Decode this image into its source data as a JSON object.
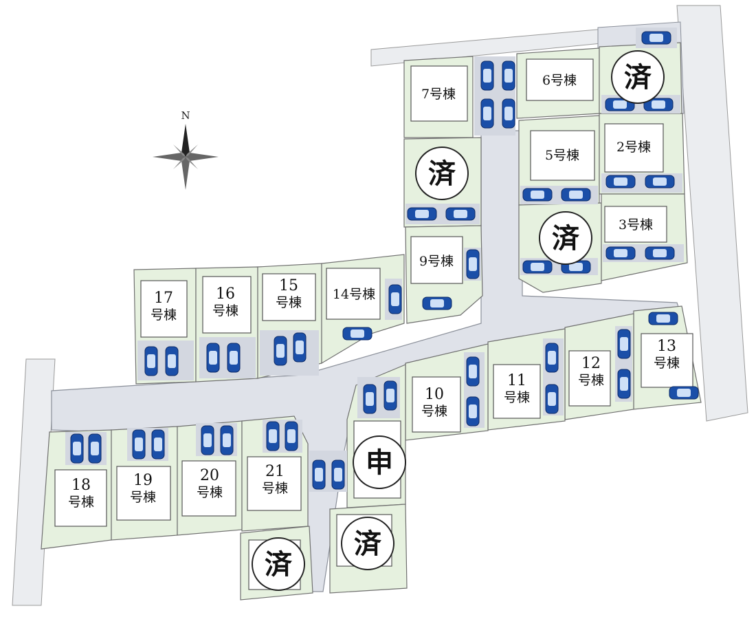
{
  "compass": {
    "label": "N"
  },
  "colors": {
    "lot_green": "#e6f1df",
    "lot_border": "#6f6f6f",
    "road": "#dfe2e9",
    "parking": "#d3d7e0",
    "car_blue": "#1b4fa8",
    "house_fill": "#ffffff"
  },
  "lots": [
    {
      "id": "lot-7",
      "line1": "7号棟"
    },
    {
      "id": "lot-6",
      "line1": "6号棟"
    },
    {
      "id": "lot-1",
      "badge": "済"
    },
    {
      "id": "lot-5",
      "line1": "5号棟"
    },
    {
      "id": "lot-2",
      "line1": "2号棟"
    },
    {
      "id": "lot-8",
      "badge": "済"
    },
    {
      "id": "lot-4",
      "badge": "済"
    },
    {
      "id": "lot-3",
      "line1": "3号棟"
    },
    {
      "id": "lot-9",
      "line1": "9号棟"
    },
    {
      "id": "lot-17",
      "line1": "17",
      "line2": "号棟"
    },
    {
      "id": "lot-16",
      "line1": "16",
      "line2": "号棟"
    },
    {
      "id": "lot-15",
      "line1": "15",
      "line2": "号棟"
    },
    {
      "id": "lot-14",
      "line1": "14号棟"
    },
    {
      "id": "lot-13",
      "line1": "13",
      "line2": "号棟"
    },
    {
      "id": "lot-12",
      "line1": "12",
      "line2": "号棟"
    },
    {
      "id": "lot-11",
      "line1": "11",
      "line2": "号棟"
    },
    {
      "id": "lot-10",
      "line1": "10",
      "line2": "号棟"
    },
    {
      "id": "lot-22",
      "badge": "申"
    },
    {
      "id": "lot-18",
      "line1": "18",
      "line2": "号棟"
    },
    {
      "id": "lot-19",
      "line1": "19",
      "line2": "号棟"
    },
    {
      "id": "lot-20",
      "line1": "20",
      "line2": "号棟"
    },
    {
      "id": "lot-21",
      "line1": "21",
      "line2": "号棟"
    },
    {
      "id": "lot-24",
      "badge": "済"
    },
    {
      "id": "lot-23",
      "badge": "済"
    }
  ]
}
